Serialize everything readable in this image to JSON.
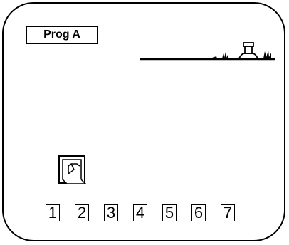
{
  "program": {
    "label": "Prog A"
  },
  "icons": {
    "sprinkler": "sprinkler-head-icon",
    "grass": "grass-tuft-icon",
    "calendar": "calendar-page-icon"
  },
  "days": [
    {
      "label": "1"
    },
    {
      "label": "2"
    },
    {
      "label": "3"
    },
    {
      "label": "4"
    },
    {
      "label": "5"
    },
    {
      "label": "6"
    },
    {
      "label": "7"
    }
  ]
}
